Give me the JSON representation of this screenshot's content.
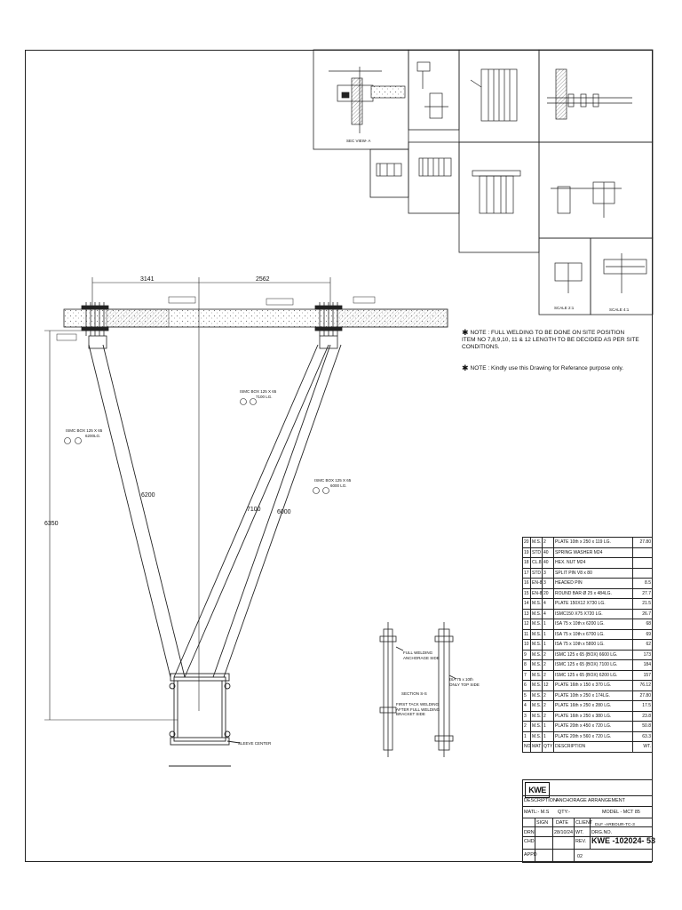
{
  "notes": [
    "NOTE : FULL WELDING TO BE DONE ON SITE POSITION ITEM NO 7,8,9,10, 11 & 12 LENGTH TO BE DECIDED AS PER SITE CONDITIONS.",
    "NOTE : Kindly use this Drawing for Referance purpose only."
  ],
  "dimensions": {
    "top_left": "3141",
    "top_right": "2562",
    "vertical": "6350",
    "member_left": "6200",
    "member_mid": "7100",
    "member_right": "6000"
  },
  "member_tags": {
    "left": {
      "line1": "ISMC BOX 125 X 65",
      "line2": "6200LG."
    },
    "mid": {
      "line1": "ISMC BOX 125 X 65",
      "line2": "7100 LG."
    },
    "right": {
      "line1": "ISMC BOX 125 X 65",
      "line2": "6000 LG."
    }
  },
  "detail_labels": {
    "sec_view": "SEC VIEW- A",
    "scale_a": "SCALE 2:1",
    "scale_b": "SCALE 4:1",
    "full_welding": "FULL WELDING",
    "anchorage_side": "ANCHORAGE SIDE",
    "section": "SECTION S-S",
    "first_tack": "FIRST TACK WELDING",
    "after_full": "AFTER FULL WELDING",
    "bracket_side": "BRACKET SIDE",
    "isa_note": "ISA 75 x 10th",
    "only_top": "ONLY TOP SIDE",
    "sleeve": "SLEEVE CENTER"
  },
  "bom": {
    "rows": [
      {
        "no": "20",
        "mat": "M.S.",
        "qty": "2",
        "desc": "PLATE 10th x 250 x 119 LG.",
        "wt": "27.80"
      },
      {
        "no": "19",
        "mat": "STD",
        "qty": "40",
        "desc": "SPRING WASHER M24",
        "wt": ""
      },
      {
        "no": "18",
        "mat": "CL.8.8",
        "qty": "40",
        "desc": "HEX. NUT M24",
        "wt": ""
      },
      {
        "no": "17",
        "mat": "STD",
        "qty": "3",
        "desc": "SPLIT PIN V8 x 80",
        "wt": ""
      },
      {
        "no": "16",
        "mat": "EN-8",
        "qty": "3",
        "desc": "HEADED PIN",
        "wt": "8.5"
      },
      {
        "no": "15",
        "mat": "EN-8",
        "qty": "20",
        "desc": "ROUND BAR Ø 25 x 484LG.",
        "wt": "27.7"
      },
      {
        "no": "14",
        "mat": "M.S.",
        "qty": "4",
        "desc": "PLATE 150X12 X730 LG.",
        "wt": "21.5"
      },
      {
        "no": "13",
        "mat": "M.S.",
        "qty": "4",
        "desc": "ISMC150 X75 X720 LG.",
        "wt": "26.7"
      },
      {
        "no": "12",
        "mat": "M.S.",
        "qty": "1",
        "desc": "ISA 75 x 10th x 6200 LG.",
        "wt": "68"
      },
      {
        "no": "11",
        "mat": "M.S.",
        "qty": "1",
        "desc": "ISA 75 x 10th x 6700 LG.",
        "wt": "69"
      },
      {
        "no": "10",
        "mat": "M.S.",
        "qty": "1",
        "desc": "ISA 75 x 10th x 5800 LG.",
        "wt": "62"
      },
      {
        "no": "9",
        "mat": "M.S.",
        "qty": "2",
        "desc": "ISMC 125 x 65 (BOX) 6600 LG.",
        "wt": "173"
      },
      {
        "no": "8",
        "mat": "M.S.",
        "qty": "2",
        "desc": "ISMC 125 x 65 (BOX) 7100 LG.",
        "wt": "184"
      },
      {
        "no": "7",
        "mat": "M.S.",
        "qty": "2",
        "desc": "ISMC 125 x 65 (BOX) 6200 LG.",
        "wt": "157"
      },
      {
        "no": "6",
        "mat": "M.S.",
        "qty": "12",
        "desc": "PLATE 16th x 150 x 370 LG.",
        "wt": "76.12"
      },
      {
        "no": "5",
        "mat": "M.S.",
        "qty": "2",
        "desc": "PLATE 10th x 250 x 174LG.",
        "wt": "27.80"
      },
      {
        "no": "4",
        "mat": "M.S.",
        "qty": "2",
        "desc": "PLATE 16th x 250 x 280 LG.",
        "wt": "17.5"
      },
      {
        "no": "3",
        "mat": "M.S.",
        "qty": "2",
        "desc": "PLATE 16th x 250 x 380 LG.",
        "wt": "23.8"
      },
      {
        "no": "2",
        "mat": "M.S.",
        "qty": "1",
        "desc": "PLATE 20th x 450 x 720 LG.",
        "wt": "50.8"
      },
      {
        "no": "1",
        "mat": "M.S.",
        "qty": "1",
        "desc": "PLATE 20th x 560 x 720 LG.",
        "wt": "63.3"
      }
    ],
    "header": {
      "no": "NO",
      "mat": "MAT",
      "qty": "QTY",
      "desc": "DESCRIPTION",
      "wt": "WT."
    }
  },
  "title_block": {
    "logo": "KWE",
    "description_label": "DESCRIPTION.-",
    "description": "ANCHORAGE ARRANGEMENT",
    "matl": "MATL:- M.S",
    "qty": "QTY:-",
    "model": "MODEL - MCT 85",
    "sign": "SIGN",
    "date": "DATE",
    "client": "CLIENT",
    "client_value": "DLF -ARBOUR-TC-3",
    "drn": "DRN",
    "drn_date": "28/10/24",
    "wt": "WT.",
    "drg_no_label": "DRG.NO.",
    "chd": "CHD",
    "rev": "REV.",
    "rev_value": "02",
    "appd": "APPD",
    "drawing_number": "KWE -102024- 53"
  }
}
